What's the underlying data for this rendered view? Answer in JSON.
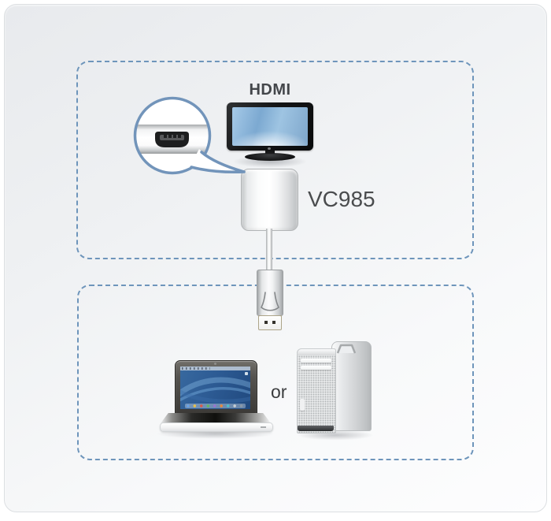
{
  "labels": {
    "hdmi": "HDMI",
    "model": "VC985",
    "or": "or"
  },
  "icons": {
    "monitor": "hdmi-monitor-icon",
    "port_callout": "hdmi-port-callout-icon",
    "adapter": "vc985-adapter-icon",
    "cable": "displayport-cable",
    "displayport": "displayport-connector-icon",
    "laptop": "laptop-icon",
    "tower": "tower-pc-icon"
  },
  "colors": {
    "dashed_border": "#6e95bb",
    "callout_border": "#7294ba",
    "heading_text": "#43464a",
    "model_text": "#4a4c4e",
    "or_text": "#3b3c3e",
    "card_bg_start": "#e8eaed",
    "card_bg_end": "#fdfdfe",
    "screen_blue": "#7ca9d1",
    "wallpaper_blue": "#2d5b94"
  }
}
